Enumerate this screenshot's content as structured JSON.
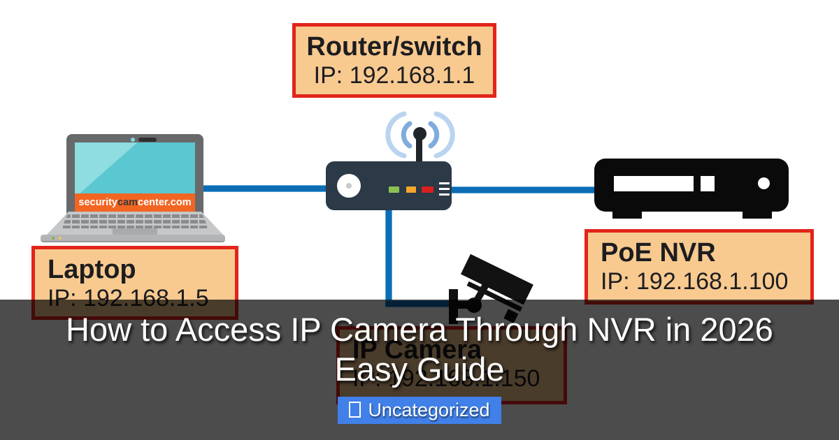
{
  "hero": {
    "title_line1": "How to Access IP Camera Through NVR in 2026",
    "title_line2": "Easy Guide",
    "category": {
      "label": "Uncategorized",
      "icon": "missing-glyph-box"
    }
  },
  "diagram": {
    "router": {
      "label": "Router/switch",
      "ip": "IP: 192.168.1.1"
    },
    "laptop": {
      "label": "Laptop",
      "ip": "IP: 192.168.1.5",
      "watermark": {
        "part1": "security",
        "part2": "cam",
        "part3": "center.com"
      }
    },
    "nvr": {
      "label": "PoE NVR",
      "ip": "IP: 192.168.1.100"
    },
    "ip_camera": {
      "label": "IP Camera",
      "ip": "IP: 192.168.1.150"
    }
  },
  "colors": {
    "label_bg": "#F8CA90",
    "label_border": "#E2241B",
    "cable_blue": "#0C6CB4",
    "overlay_dim": "rgba(0,0,0,0.70)",
    "badge_blue": "#4080E8",
    "banner_orange": "#F26522",
    "screen_teal": "#5BC7D1",
    "router_body": "#2C3947",
    "led_green": "#8CC152",
    "led_amber": "#F4A62A",
    "led_red": "#D8201F",
    "wifi_inner": "#7FACDD",
    "wifi_outer": "#BAD4F0"
  }
}
